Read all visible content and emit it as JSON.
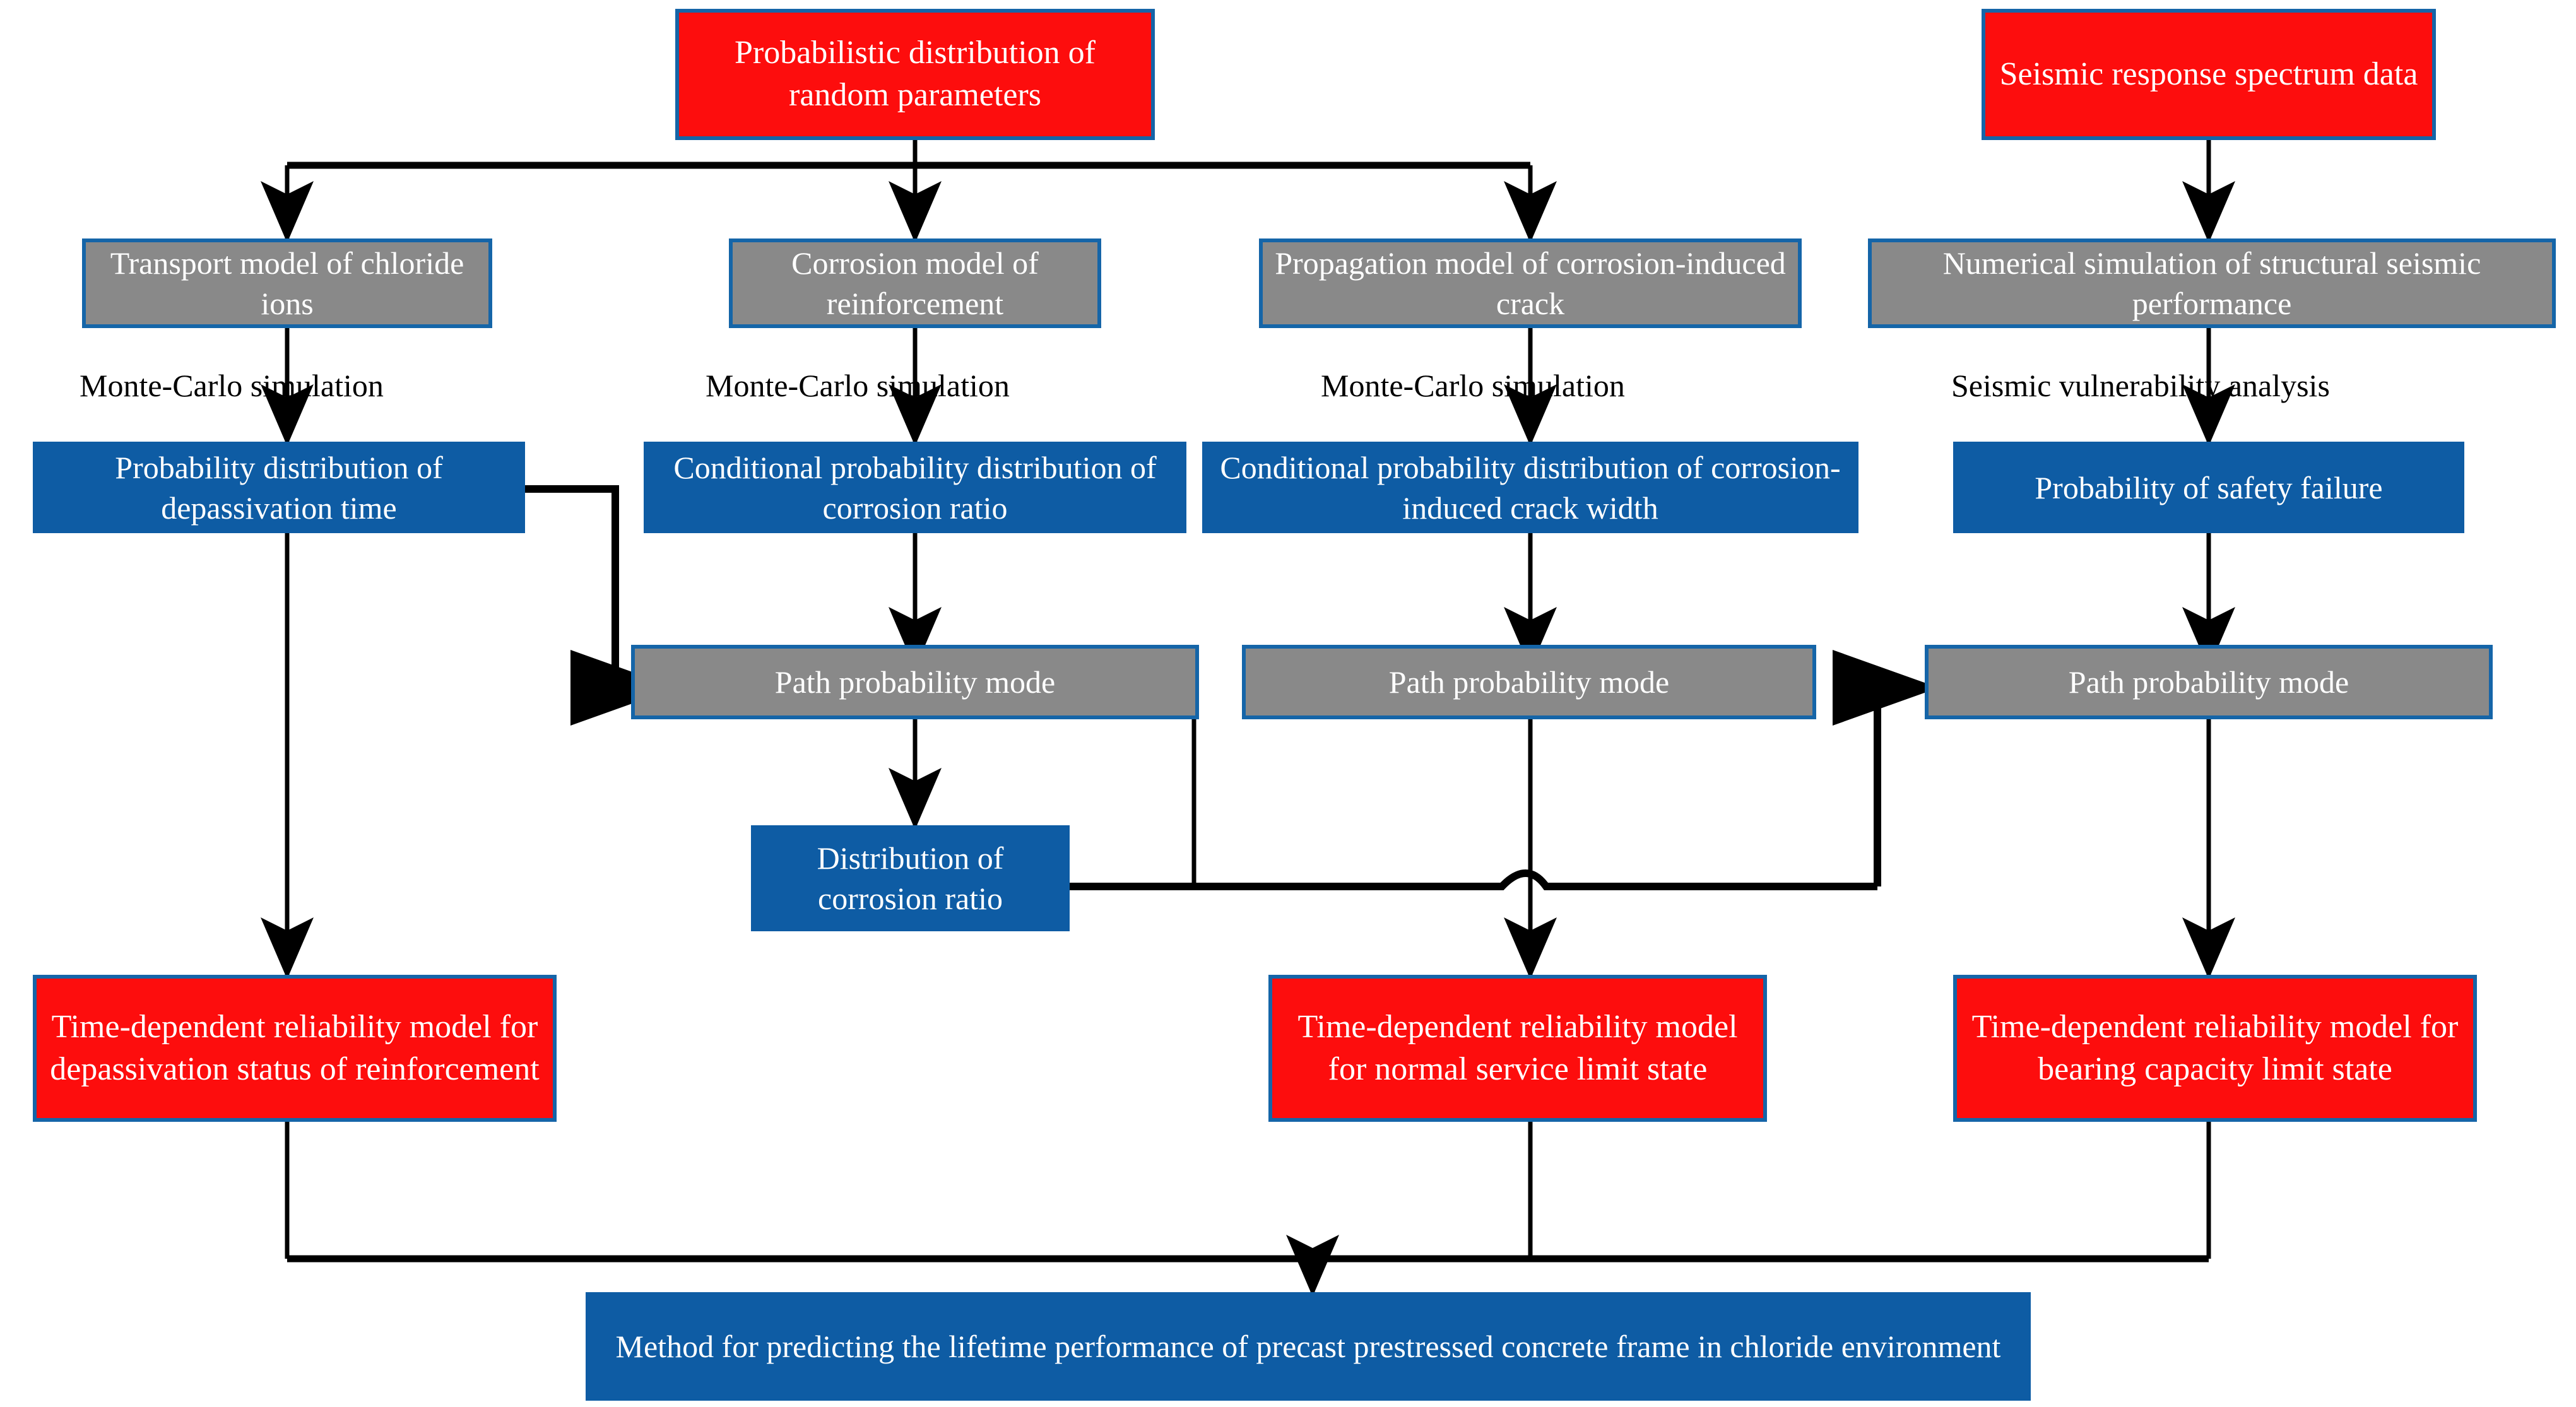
{
  "diagram": {
    "title": "Framework for lifetime performance prediction of precast prestressed concrete frame in chloride environment",
    "colors": {
      "red_fill": "#fd0d0d",
      "gray_fill": "#898989",
      "blue_fill": "#0e5ca4",
      "border": "#1565a8",
      "node_text": "#ffffff",
      "edge": "#000000",
      "label_text": "#000000",
      "background": "#ffffff"
    },
    "nodes": {
      "inputs": [
        {
          "id": "probabilistic-distribution",
          "label": "Probabilistic distribution of random parameters",
          "type": "red"
        },
        {
          "id": "seismic-response",
          "label": "Seismic response spectrum data",
          "type": "red"
        }
      ],
      "models": [
        {
          "id": "transport-model",
          "label": "Transport model of chloride ions",
          "type": "gray"
        },
        {
          "id": "corrosion-model",
          "label": "Corrosion model of reinforcement",
          "type": "gray"
        },
        {
          "id": "propagation-model",
          "label": "Propagation model of corrosion-induced crack",
          "type": "gray"
        },
        {
          "id": "numerical-simulation",
          "label": "Numerical simulation of structural seismic performance",
          "type": "gray"
        }
      ],
      "edge_labels": [
        {
          "id": "monte-carlo-1",
          "label": "Monte-Carlo simulation"
        },
        {
          "id": "monte-carlo-2",
          "label": "Monte-Carlo simulation"
        },
        {
          "id": "monte-carlo-3",
          "label": "Monte-Carlo simulation"
        },
        {
          "id": "seismic-vulnerability",
          "label": "Seismic vulnerability analysis"
        }
      ],
      "distributions": [
        {
          "id": "depassivation-time",
          "label": "Probability distribution of depassivation time",
          "type": "blue"
        },
        {
          "id": "corrosion-ratio-conditional",
          "label": "Conditional probability distribution of corrosion ratio",
          "type": "blue"
        },
        {
          "id": "crack-width-conditional",
          "label": "Conditional probability distribution of corrosion-induced crack width",
          "type": "blue"
        },
        {
          "id": "safety-failure",
          "label": "Probability of safety failure",
          "type": "blue"
        }
      ],
      "path_modes": [
        {
          "id": "path-probability-mode-1",
          "label": "Path probability mode",
          "type": "gray"
        },
        {
          "id": "path-probability-mode-2",
          "label": "Path probability mode",
          "type": "gray"
        },
        {
          "id": "path-probability-mode-3",
          "label": "Path probability mode",
          "type": "gray"
        }
      ],
      "intermediate": [
        {
          "id": "distribution-corrosion-ratio",
          "label": "Distribution of corrosion ratio",
          "type": "blue"
        }
      ],
      "reliability_models": [
        {
          "id": "reliability-depassivation",
          "label": "Time-dependent reliability model for depassivation status of reinforcement",
          "type": "red"
        },
        {
          "id": "reliability-normal-service",
          "label": "Time-dependent reliability model for normal service limit state",
          "type": "red"
        },
        {
          "id": "reliability-bearing-capacity",
          "label": "Time-dependent reliability model for bearing capacity limit state",
          "type": "red"
        }
      ],
      "output": [
        {
          "id": "lifetime-method",
          "label": "Method for predicting the lifetime performance of precast prestressed concrete frame in chloride environment",
          "type": "blue"
        }
      ]
    }
  }
}
